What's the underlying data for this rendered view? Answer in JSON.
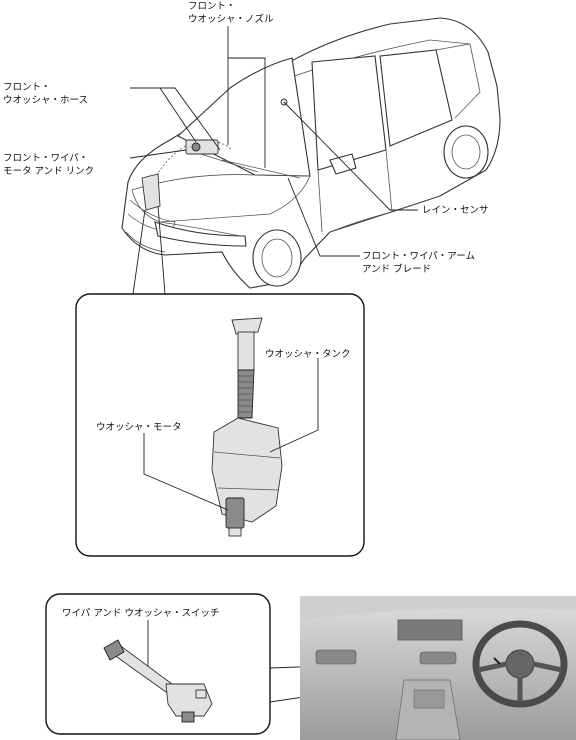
{
  "labels": {
    "front_washer_nozzle": [
      "フロント・",
      "ウオッシャ・ノズル"
    ],
    "front_washer_hose": [
      "フロント・",
      "ウオッシャ・ホース"
    ],
    "front_wiper_motor_link": [
      "フロント・ワイパ・",
      "モータ アンド リンク"
    ],
    "rain_sensor": [
      "レイン・センサ"
    ],
    "front_wiper_arm_blade": [
      "フロント・ワイパ・アーム",
      "アンド ブレード"
    ],
    "washer_tank": [
      "ウオッシャ・タンク"
    ],
    "washer_motor": [
      "ウオッシャ・モータ"
    ],
    "wiper_washer_switch": [
      "ワイパ アンド ウオッシャ・スイッチ"
    ]
  }
}
